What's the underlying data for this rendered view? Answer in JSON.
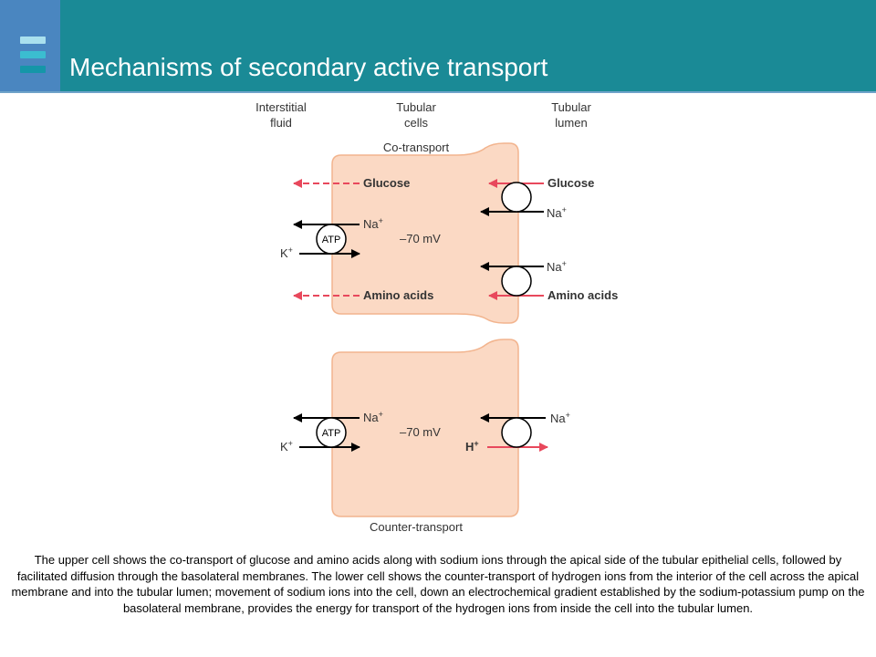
{
  "slide": {
    "title": "Mechanisms of secondary active transport",
    "caption": "The upper cell shows the co-transport of glucose and amino acids along with sodium ions through the apical side of the tubular epithelial cells, followed by facilitated diffusion through the basolateral membranes. The lower cell shows the counter-transport of hydrogen ions from the interior of the cell across the apical membrane and into the tubular lumen; movement of sodium ions into the cell, down an electrochemical gradient established by the sodium-potassium pump on the basolateral membrane, provides the energy for transport of the hydrogen ions from inside the cell into the tubular lumen."
  },
  "diagram": {
    "columns": {
      "interstitial": [
        "Interstitial",
        "fluid"
      ],
      "cells": [
        "Tubular",
        "cells"
      ],
      "lumen": [
        "Tubular",
        "lumen"
      ]
    },
    "upper_label": "Co-transport",
    "lower_label": "Counter-transport",
    "glucose": "Glucose",
    "amino_acids": "Amino acids",
    "na": "Na",
    "k": "K",
    "h": "H",
    "plus": "+",
    "atp": "ATP",
    "potential": "–70 mV"
  },
  "colors": {
    "header": "#1a8a96",
    "cell_fill": "#fbd9c4",
    "cell_stroke": "#f2b48e",
    "red_arrow": "#e8485c"
  }
}
